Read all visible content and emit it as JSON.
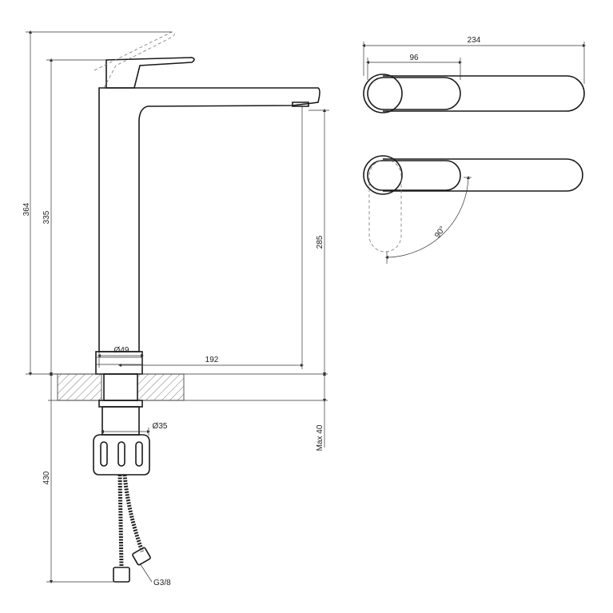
{
  "drawing": {
    "dimensions": {
      "total_height": "364",
      "spout_height": "335",
      "outlet_height": "285",
      "body_diameter": "Ø49",
      "spout_reach": "192",
      "shank_diameter": "Ø35",
      "max_countertop": "Max 40",
      "hose_length": "430",
      "hose_thread": "G3/8",
      "top_width": "234",
      "lever_length": "96",
      "lever_angle": "90°"
    }
  }
}
